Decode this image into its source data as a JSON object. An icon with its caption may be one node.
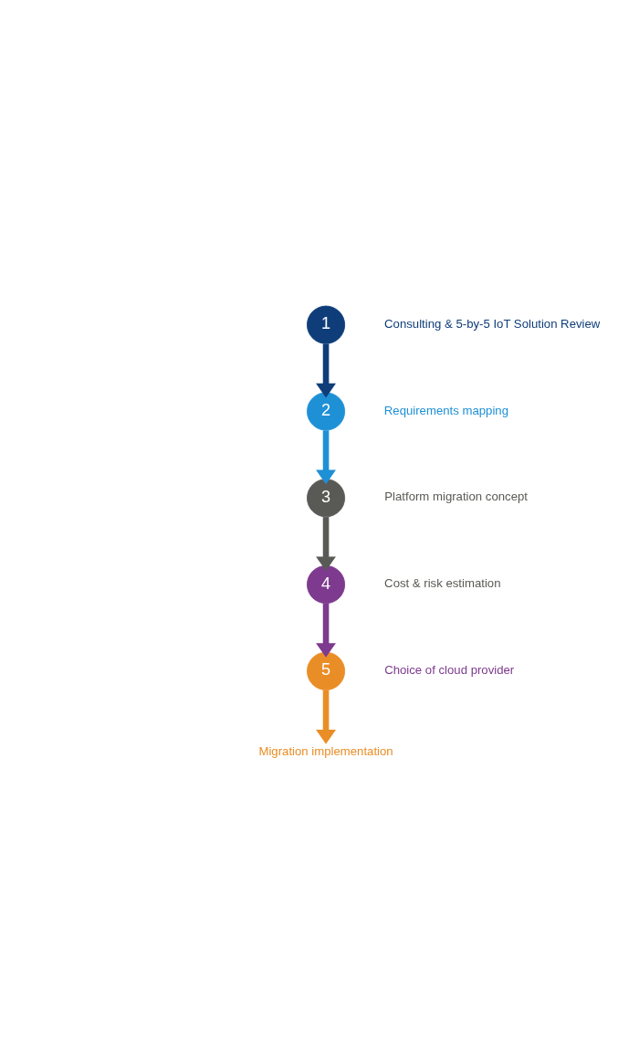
{
  "diagram": {
    "nodes": [
      {
        "text": [
          "1"
        ],
        "beside": [
          "Consulting & 5-by-5 IoT Solution Review"
        ]
      },
      {
        "text": [
          "2"
        ],
        "beside": [
          "Requirements mapping"
        ]
      },
      {
        "text": [
          "3"
        ],
        "beside": [
          "Platform migration concept"
        ]
      },
      {
        "text": [
          "4"
        ],
        "beside": [
          "Cost & risk estimation"
        ]
      },
      {
        "text": [
          "5"
        ],
        "beside": [
          "Choice of cloud provider"
        ]
      },
      {
        "text": [
          "Migration implementation"
        ]
      }
    ],
    "edges": [
      {
        "from": 0,
        "to": 1,
        "arrow": "to",
        "color": "#0f3d7a"
      },
      {
        "from": 1,
        "to": 2,
        "arrow": "to",
        "color": "#1e90d6"
      },
      {
        "from": 2,
        "to": 3,
        "arrow": "to",
        "color": "#595955"
      },
      {
        "from": 3,
        "to": 4,
        "arrow": "to",
        "color": "#7d3a8e"
      },
      {
        "from": 4,
        "to": 5,
        "arrow": "to",
        "color": "#e98e27"
      }
    ]
  }
}
